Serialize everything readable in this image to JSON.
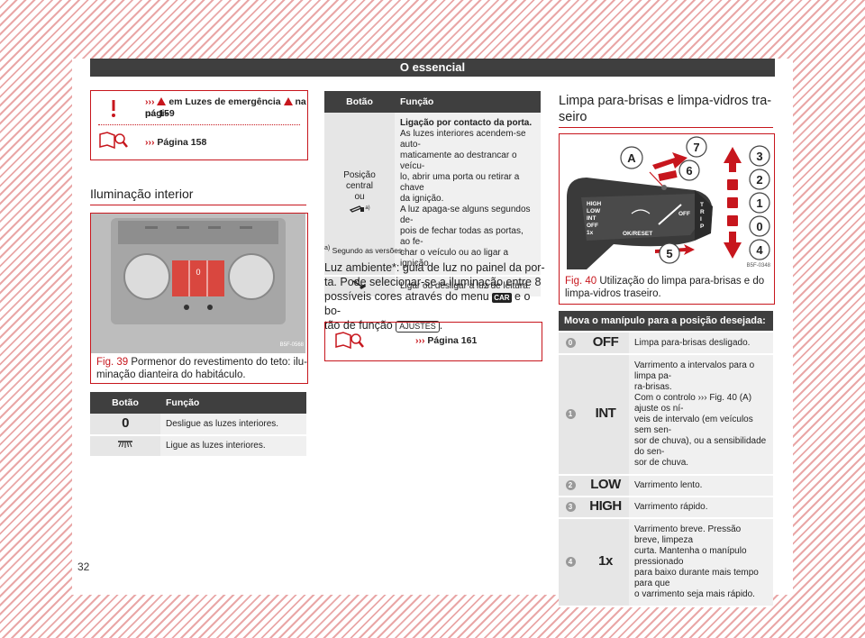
{
  "header": {
    "title": "O essencial"
  },
  "page_number": "32",
  "warning": {
    "line1_prefix": "›››",
    "line1_text": "em Luzes de emergência",
    "line1_suffix": "na pági-",
    "line2": "na 159",
    "line3_prefix": "›››",
    "line3_text": "Página 158"
  },
  "section_left": {
    "title": "Iluminação interior"
  },
  "fig39": {
    "code": "B5F-0568",
    "label": "Fig. 39",
    "caption_l1": "Pormenor do revestimento do teto: ilu-",
    "caption_l2": "minação dianteira do habitáculo."
  },
  "table_left": {
    "headers": [
      "Botão",
      "Função"
    ],
    "rows": [
      {
        "button": "0",
        "text": "Desligue as luzes interiores."
      },
      {
        "button": "lamp-icon",
        "text": "Ligue as luzes interiores."
      }
    ]
  },
  "table_mid": {
    "headers": [
      "Botão",
      "Função"
    ],
    "row1": {
      "button_l1": "Posição central",
      "button_l2": "ou",
      "button_note": "a)",
      "lines": [
        "Ligação por contacto da porta.",
        "As luzes interiores acendem-se auto-",
        "maticamente ao destrancar o veícu-",
        "lo, abrir uma porta ou retirar a chave",
        "da ignição.",
        "A luz apaga-se alguns segundos de-",
        "pois de fechar todas as portas, ao fe-",
        "char o veículo ou ao ligar a ignição."
      ]
    },
    "row2": {
      "text": "Ligar ou desligar a luz de leitura."
    }
  },
  "footnote": {
    "mark": "a)",
    "text": "Segundo as versões."
  },
  "ambient": {
    "l1": "Luz ambiente*: guia de luz no painel da por-",
    "l2": "ta. Pode selecionar-se a iluminação entre 8",
    "l3a": "possíveis cores através do menu",
    "key_car": "CAR",
    "l3b": "e o bo-",
    "l4a": "tão de função",
    "key_ajustes": "AJUSTES",
    "l4b": "."
  },
  "refbox": {
    "prefix": "›››",
    "text": "Página 161"
  },
  "section_right": {
    "title_l1": "Limpa para-brisas e limpa-vidros tra-",
    "title_l2": "seiro"
  },
  "fig40": {
    "code": "B5F-0348",
    "label": "Fig. 40",
    "caption_l1": "Utilização do limpa para-brisas e do",
    "caption_l2": "limpa-vidros traseiro.",
    "callouts": [
      "A",
      "7",
      "6",
      "5",
      "3",
      "2",
      "1",
      "0",
      "4"
    ],
    "stalk_labels": [
      "HIGH",
      "LOW",
      "INT",
      "OFF",
      "1x",
      "OK/RESET",
      "OFF",
      "T",
      "R",
      "I",
      "P"
    ]
  },
  "table_right": {
    "header": "Mova o manípulo para a posição desejada:",
    "rows": [
      {
        "num": "0",
        "code": "OFF",
        "lines": [
          "Limpa para-brisas desligado."
        ]
      },
      {
        "num": "1",
        "code": "INT",
        "lines": [
          "Varrimento a intervalos para o limpa pa-",
          "ra-brisas.",
          "Com o controlo ››› Fig. 40 (A) ajuste os ní-",
          "veis de intervalo (em veículos sem sen-",
          "sor de chuva), ou a sensibilidade do sen-",
          "sor de chuva."
        ]
      },
      {
        "num": "2",
        "code": "LOW",
        "lines": [
          "Varrimento lento."
        ]
      },
      {
        "num": "3",
        "code": "HIGH",
        "lines": [
          "Varrimento rápido."
        ]
      },
      {
        "num": "4",
        "code": "1x",
        "lines": [
          "Varrimento breve. Pressão breve, limpeza",
          "curta. Mantenha o manípulo pressionado",
          "para baixo durante mais tempo para que",
          "o varrimento seja mais rápido."
        ]
      }
    ]
  },
  "colors": {
    "accent": "#c7161d",
    "header_bg": "#3f3f3f",
    "row_bg": "#f0f0f0"
  }
}
